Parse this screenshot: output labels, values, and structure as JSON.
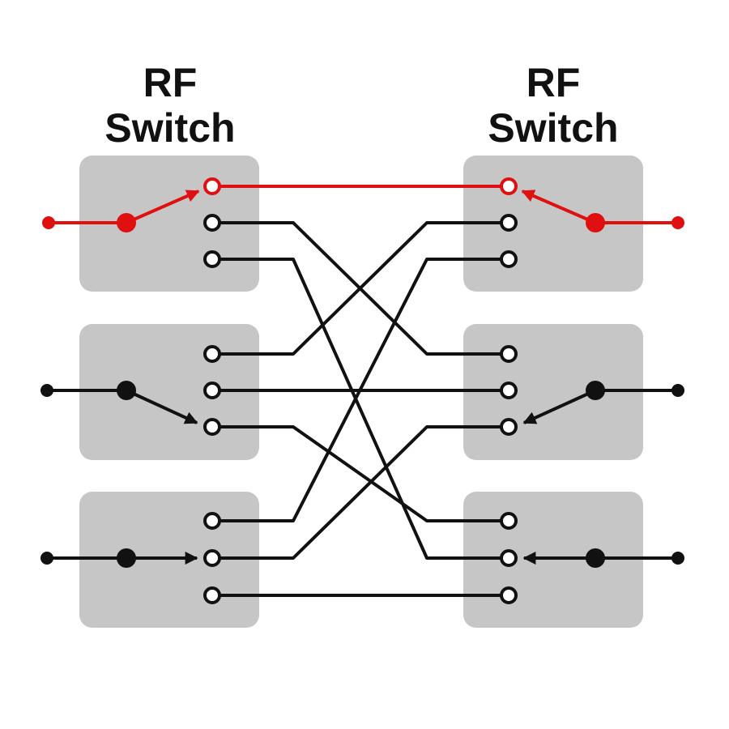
{
  "titles": {
    "left": {
      "line1": "RF",
      "line2": "Switch"
    },
    "right": {
      "line1": "RF",
      "line2": "Switch"
    }
  },
  "colors": {
    "background": "#ffffff",
    "switch_body": "#c6c6c6",
    "wire": "#111111",
    "active_path": "#e01010",
    "port_fill": "#ffffff"
  }
}
